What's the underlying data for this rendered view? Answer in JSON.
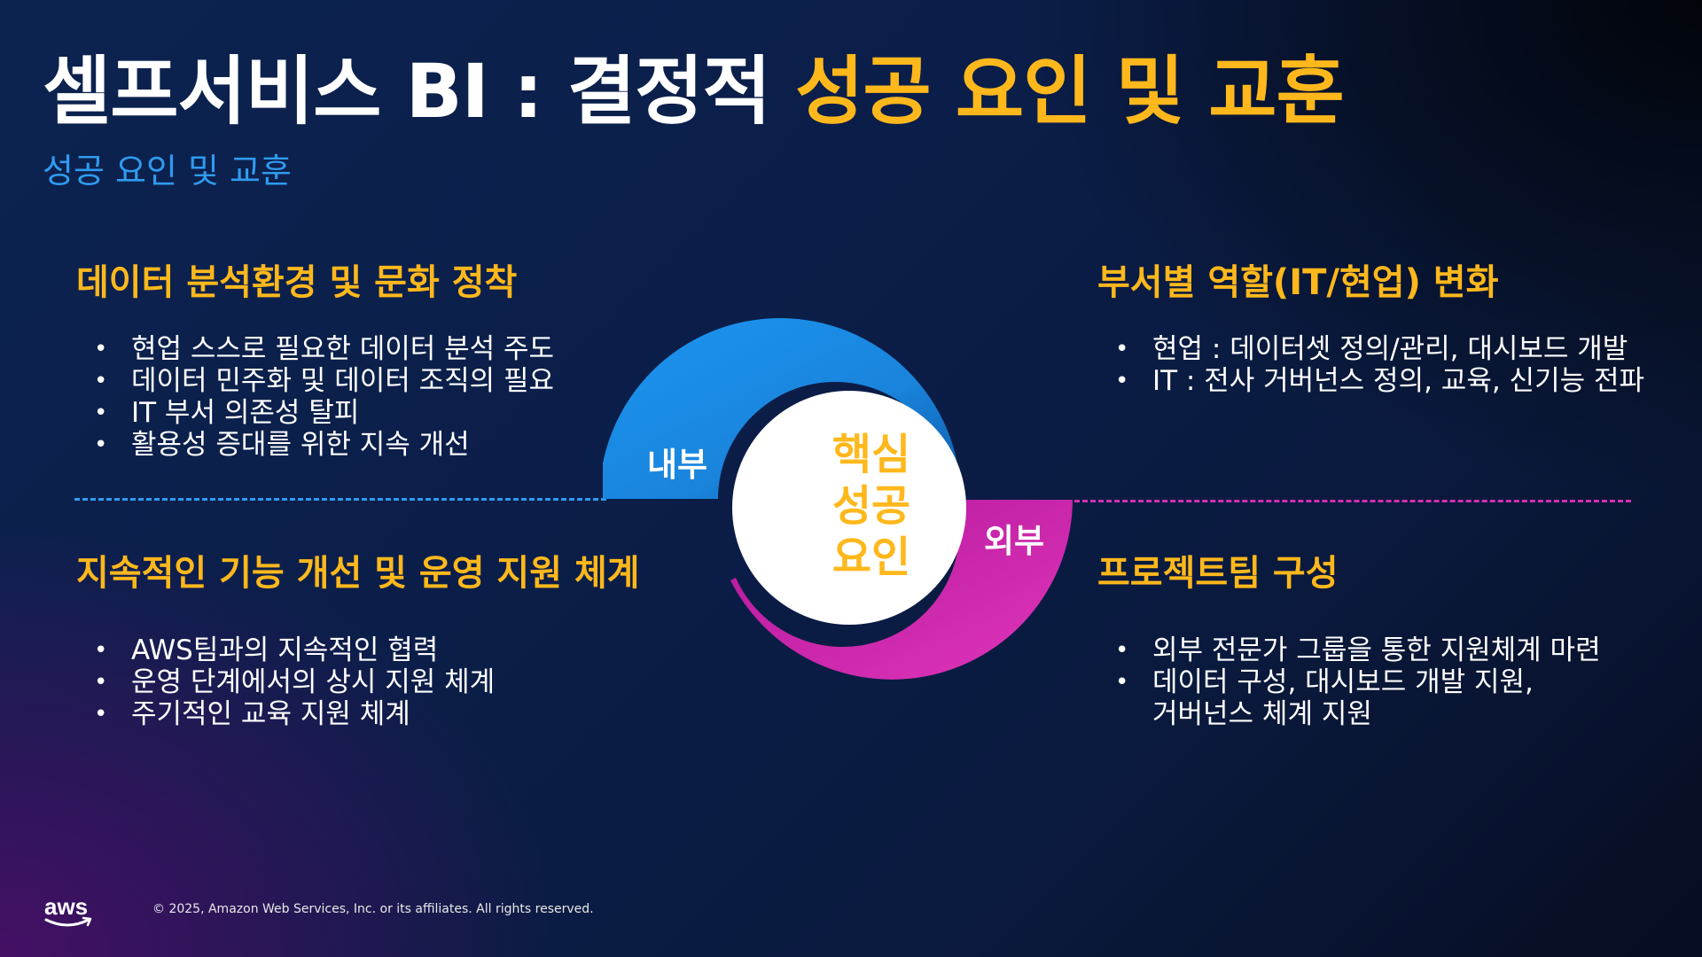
{
  "title": {
    "main": "셀프서비스 BI : 결정적 ",
    "highlight": "성공 요인 및 교훈"
  },
  "subtitle": "성공 요인 및 교훈",
  "sections": {
    "top_left": {
      "title": "데이터 분석환경 및 문화 정착",
      "bullets": [
        "현업 스스로 필요한 데이터 분석 주도",
        "데이터 민주화 및 데이터 조직의 필요",
        "IT 부서 의존성 탈피",
        "활용성 증대를 위한 지속 개선"
      ]
    },
    "top_right": {
      "title": "부서별 역할(IT/현업) 변화",
      "bullets": [
        "현업 : 데이터셋 정의/관리, 대시보드 개발",
        "IT : 전사 거버넌스 정의, 교육, 신기능 전파"
      ]
    },
    "bottom_left": {
      "title": "지속적인 기능 개선 및 운영 지원 체계",
      "bullets": [
        "AWS팀과의 지속적인 협력",
        "운영 단계에서의 상시 지원 체계",
        "주기적인 교육 지원 체계"
      ]
    },
    "bottom_right": {
      "title": "프로젝트팀 구성",
      "bullets": [
        "외부 전문가 그룹을 통한 지원체계 마련",
        "데이터 구성, 대시보드 개발 지원,",
        "거버넌스 체계 지원"
      ]
    }
  },
  "diagram": {
    "internal_label": "내부",
    "external_label": "외부",
    "center_lines": [
      "핵심",
      "성공",
      "요인"
    ],
    "internal_color": "#1a8fe8",
    "external_color": "#d42cae",
    "center_color": "#ffffff",
    "center_text_color": "#ffb81c"
  },
  "footer": {
    "copyright": "© 2025, Amazon Web Services, Inc. or its affiliates. All rights reserved.",
    "logo_icon": "aws-logo-icon"
  },
  "colors": {
    "accent": "#ffb81c",
    "subtitle": "#2f9bf0",
    "internal_dash": "#2f9bf0",
    "external_dash": "#d22fb4"
  }
}
